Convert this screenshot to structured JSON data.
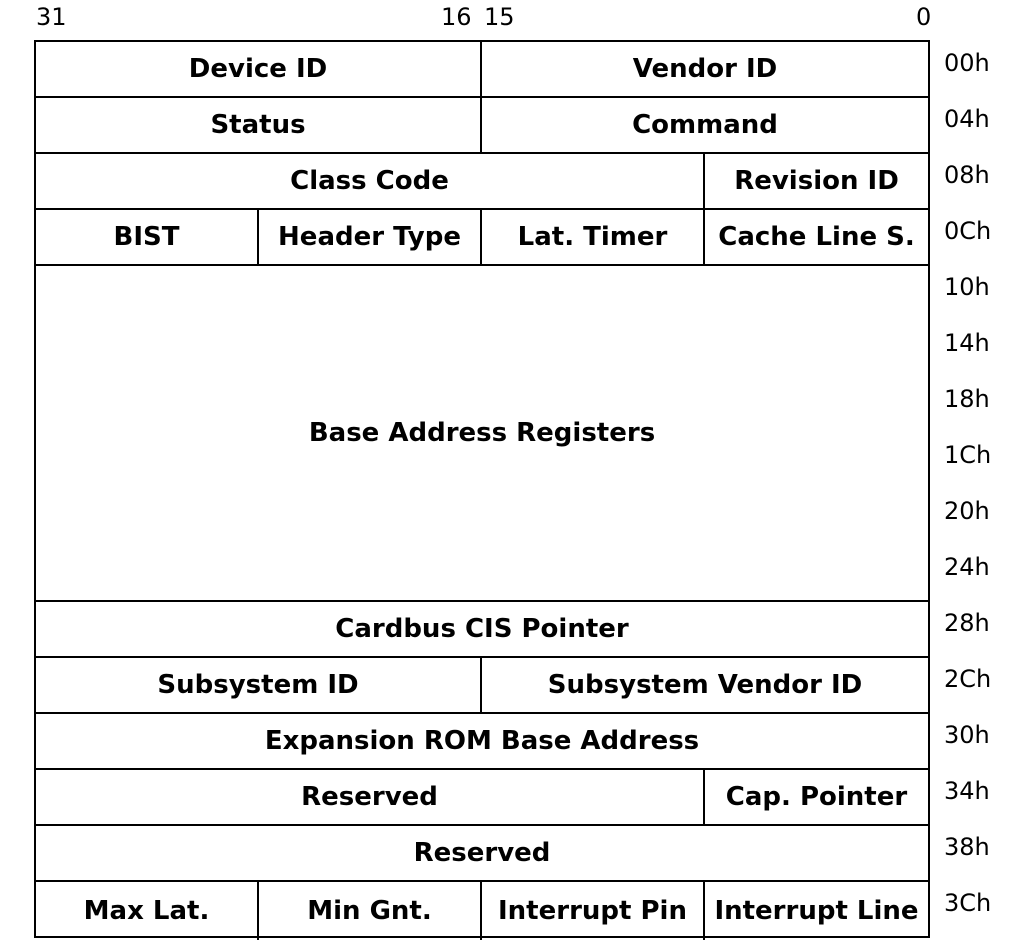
{
  "bit_labels": [
    "31",
    "16",
    "15",
    "0"
  ],
  "rows": [
    {
      "offset": "00h",
      "cells": [
        {
          "label": "Device ID",
          "bytes": 2
        },
        {
          "label": "Vendor ID",
          "bytes": 2
        }
      ]
    },
    {
      "offset": "04h",
      "cells": [
        {
          "label": "Status",
          "bytes": 2
        },
        {
          "label": "Command",
          "bytes": 2
        }
      ]
    },
    {
      "offset": "08h",
      "cells": [
        {
          "label": "Class Code",
          "bytes": 3
        },
        {
          "label": "Revision ID",
          "bytes": 1
        }
      ]
    },
    {
      "offset": "0Ch",
      "cells": [
        {
          "label": "BIST",
          "bytes": 1
        },
        {
          "label": "Header Type",
          "bytes": 1
        },
        {
          "label": "Lat. Timer",
          "bytes": 1
        },
        {
          "label": "Cache Line S.",
          "bytes": 1
        }
      ]
    },
    {
      "offset": "10h",
      "span_rows": 6,
      "cells": [
        {
          "label": "Base Address Registers",
          "bytes": 4
        }
      ]
    },
    {
      "offset": "14h"
    },
    {
      "offset": "18h"
    },
    {
      "offset": "1Ch"
    },
    {
      "offset": "20h"
    },
    {
      "offset": "24h"
    },
    {
      "offset": "28h",
      "cells": [
        {
          "label": "Cardbus CIS Pointer",
          "bytes": 4
        }
      ]
    },
    {
      "offset": "2Ch",
      "cells": [
        {
          "label": "Subsystem ID",
          "bytes": 2
        },
        {
          "label": "Subsystem Vendor ID",
          "bytes": 2
        }
      ]
    },
    {
      "offset": "30h",
      "cells": [
        {
          "label": "Expansion ROM Base Address",
          "bytes": 4
        }
      ]
    },
    {
      "offset": "34h",
      "cells": [
        {
          "label": "Reserved",
          "bytes": 3
        },
        {
          "label": "Cap. Pointer",
          "bytes": 1
        }
      ]
    },
    {
      "offset": "38h",
      "cells": [
        {
          "label": "Reserved",
          "bytes": 4
        }
      ]
    },
    {
      "offset": "3Ch",
      "cells": [
        {
          "label": "Max Lat.",
          "bytes": 1
        },
        {
          "label": "Min Gnt.",
          "bytes": 1
        },
        {
          "label": "Interrupt Pin",
          "bytes": 1
        },
        {
          "label": "Interrupt Line",
          "bytes": 1
        }
      ]
    }
  ]
}
